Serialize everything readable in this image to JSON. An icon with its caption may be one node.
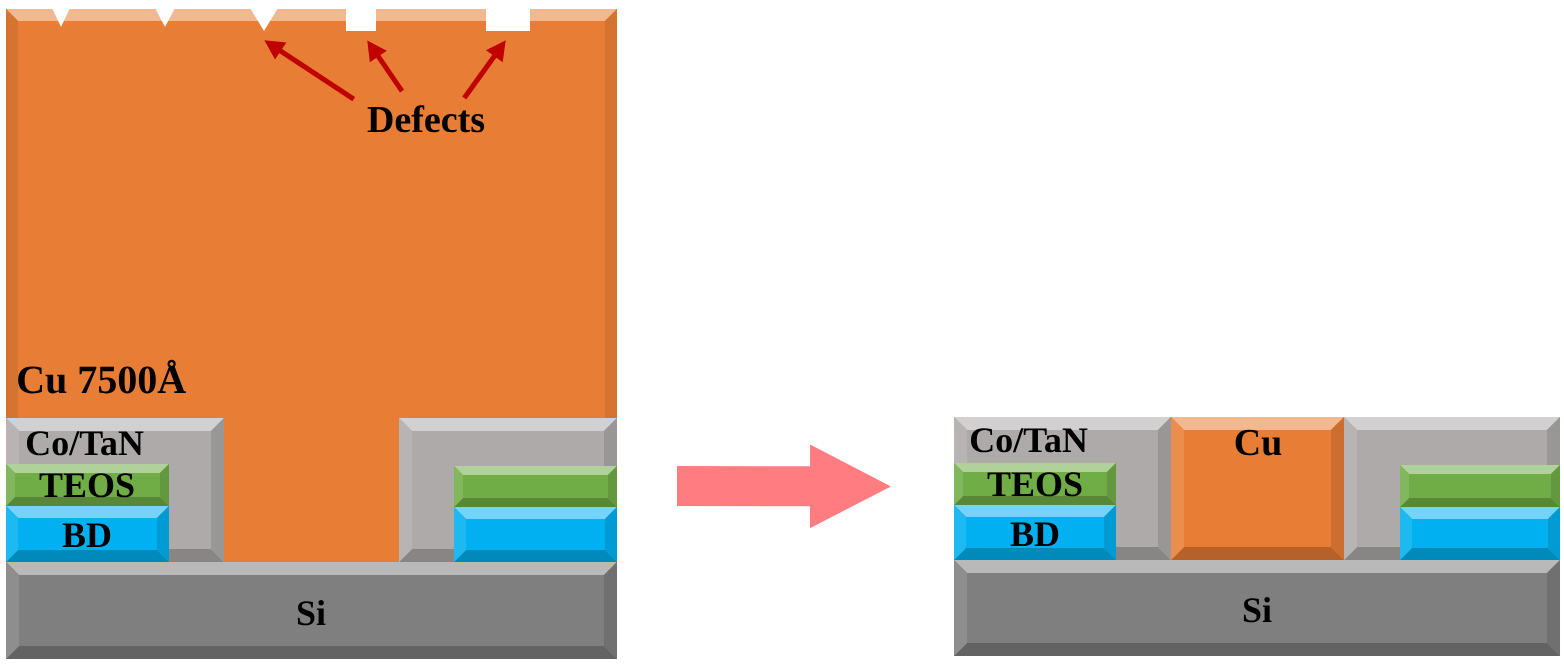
{
  "diagram": {
    "nodes": [
      {
        "text": [
          "Cu 7500Å"
        ]
      },
      {
        "text": [
          "Co/TaN"
        ]
      },
      {
        "text": [
          "TEOS"
        ],
        "in": 1
      },
      {
        "text": [
          "BD"
        ],
        "in": 1
      },
      {
        "text": [],
        "shape": "box"
      },
      {
        "text": [],
        "shape": "box",
        "in": 4
      },
      {
        "text": [],
        "shape": "box",
        "in": 4
      },
      {
        "text": [
          "Si"
        ]
      },
      {
        "text": [
          "Defects"
        ],
        "in": 0
      },
      {
        "text": [],
        "shape": "triangle",
        "in": 0
      },
      {
        "text": [],
        "shape": "box",
        "in": 0
      },
      {
        "text": [],
        "shape": "box",
        "in": 0
      },
      {
        "text": [
          "Co/TaN"
        ]
      },
      {
        "text": [
          "TEOS"
        ],
        "in": 12
      },
      {
        "text": [
          "BD"
        ],
        "in": 12
      },
      {
        "text": [
          "Cu"
        ]
      },
      {
        "text": [],
        "shape": "box"
      },
      {
        "text": [],
        "shape": "box",
        "in": 16
      },
      {
        "text": [],
        "shape": "box",
        "in": 16
      },
      {
        "text": [
          "Si"
        ]
      }
    ],
    "edges": [
      {
        "from": 8,
        "to": 9,
        "arrow": "to"
      },
      {
        "from": 8,
        "to": 10,
        "arrow": "to"
      },
      {
        "from": 8,
        "to": 11,
        "arrow": "to"
      },
      {
        "from": 4,
        "to": 12,
        "arrow": "to",
        "style": "thick",
        "color": "#ff7c80"
      }
    ]
  }
}
